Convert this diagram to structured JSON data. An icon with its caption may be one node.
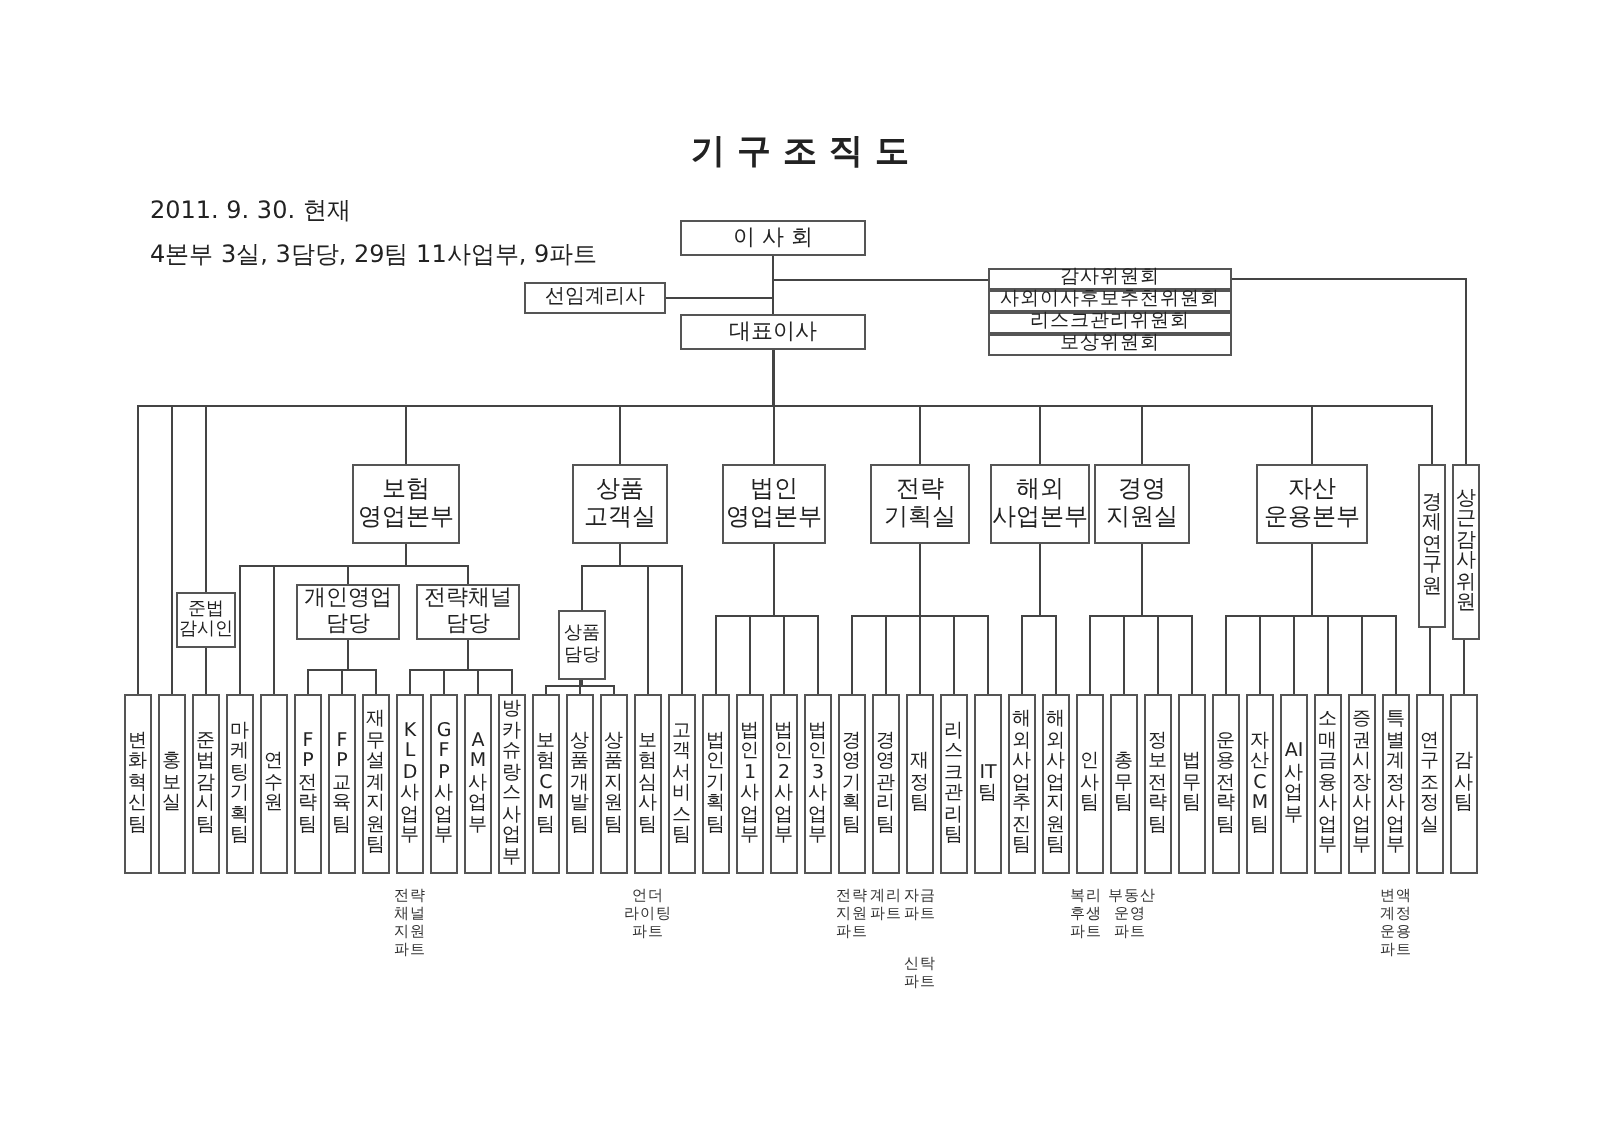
{
  "diagram": {
    "title": "기 구 조 직 도",
    "nodes": [
      {
        "text": [
          "이 사 회"
        ]
      },
      {
        "text": [
          "선임계리사"
        ]
      },
      {
        "text": [
          "감사위원회"
        ]
      },
      {
        "text": [
          "사외이사후보추천위원회"
        ]
      },
      {
        "text": [
          "리스크관리위원회"
        ]
      },
      {
        "text": [
          "보상위원회"
        ]
      },
      {
        "text": [
          "대표이사"
        ]
      },
      {
        "text": [
          "보험 영업본부"
        ]
      },
      {
        "text": [
          "상품 고객실"
        ]
      },
      {
        "text": [
          "법인 영업본부"
        ]
      },
      {
        "text": [
          "전략 기획실"
        ]
      },
      {
        "text": [
          "해외 사업본부"
        ]
      },
      {
        "text": [
          "경영 지원실"
        ]
      },
      {
        "text": [
          "자산 운용본부"
        ]
      },
      {
        "text": [
          "경제연구원"
        ]
      },
      {
        "text": [
          "상근감사위원"
        ]
      },
      {
        "text": [
          "준법 감시인"
        ]
      },
      {
        "text": [
          "개인영업 담당"
        ]
      },
      {
        "text": [
          "전략채널 담당"
        ]
      },
      {
        "text": [
          "상품 담당"
        ]
      },
      {
        "text": [
          "변화혁신팀"
        ]
      },
      {
        "text": [
          "홍보실"
        ]
      },
      {
        "text": [
          "준법감시팀"
        ]
      },
      {
        "text": [
          "마케팅기획팀"
        ]
      },
      {
        "text": [
          "연수원"
        ]
      },
      {
        "text": [
          "FP전략팀"
        ]
      },
      {
        "text": [
          "FP교육팀"
        ]
      },
      {
        "text": [
          "재무설계지원팀"
        ]
      },
      {
        "text": [
          "KLD사업부"
        ],
        "beside": [
          "전략 채널 지원 파트"
        ]
      },
      {
        "text": [
          "GFP사업부"
        ]
      },
      {
        "text": [
          "AM사업부"
        ]
      },
      {
        "text": [
          "방카슈랑스사업부"
        ]
      },
      {
        "text": [
          "보험CM팀"
        ]
      },
      {
        "text": [
          "상품개발팀"
        ]
      },
      {
        "text": [
          "상품지원팀"
        ]
      },
      {
        "text": [
          "보험심사팀"
        ],
        "beside": [
          "언더 라이팅 파트"
        ]
      },
      {
        "text": [
          "고객서비스팀"
        ]
      },
      {
        "text": [
          "법인기획팀"
        ]
      },
      {
        "text": [
          "법인 1사업부"
        ]
      },
      {
        "text": [
          "법인 2사업부"
        ]
      },
      {
        "text": [
          "법인 3사업부"
        ]
      },
      {
        "text": [
          "경영기획팀"
        ],
        "beside": [
          "전략 지원 파트"
        ]
      },
      {
        "text": [
          "경영관리팀"
        ],
        "beside": [
          "계리 파트"
        ]
      },
      {
        "text": [
          "재정팀"
        ],
        "beside": [
          "자금 파트",
          "신탁 파트"
        ]
      },
      {
        "text": [
          "리스크관리팀"
        ]
      },
      {
        "text": [
          "IT팀"
        ]
      },
      {
        "text": [
          "해외사업추진팀"
        ]
      },
      {
        "text": [
          "해외사업지원팀"
        ]
      },
      {
        "text": [
          "인사팀"
        ],
        "beside": [
          "복리 후생 파트"
        ]
      },
      {
        "text": [
          "총무팀"
        ],
        "beside": [
          "부동산 운영 파트"
        ]
      },
      {
        "text": [
          "정보전략팀"
        ]
      },
      {
        "text": [
          "법무팀"
        ]
      },
      {
        "text": [
          "운용전략팀"
        ]
      },
      {
        "text": [
          "자산 CM팀"
        ]
      },
      {
        "text": [
          "AI사업부"
        ]
      },
      {
        "text": [
          "소매금융사업부"
        ]
      },
      {
        "text": [
          "증권시장사업부"
        ]
      },
      {
        "text": [
          "특별계정사업부"
        ],
        "beside": [
          "변액 계정 운용 파트"
        ]
      },
      {
        "text": [
          "연구조정실"
        ]
      },
      {
        "text": [
          "감사팀"
        ]
      }
    ],
    "edges": [
      {
        "from": 0,
        "to": 6,
        "arrow": "none"
      },
      {
        "from": 0,
        "to": 1,
        "arrow": "none"
      },
      {
        "from": 0,
        "to": 2,
        "arrow": "none"
      },
      {
        "from": 2,
        "to": 15,
        "arrow": "none"
      },
      {
        "from": 6,
        "to": 20,
        "arrow": "none"
      },
      {
        "from": 6,
        "to": 21,
        "arrow": "none"
      },
      {
        "from": 6,
        "to": 16,
        "arrow": "none"
      },
      {
        "from": 6,
        "to": 7,
        "arrow": "none"
      },
      {
        "from": 6,
        "to": 8,
        "arrow": "none"
      },
      {
        "from": 6,
        "to": 9,
        "arrow": "none"
      },
      {
        "from": 6,
        "to": 10,
        "arrow": "none"
      },
      {
        "from": 6,
        "to": 11,
        "arrow": "none"
      },
      {
        "from": 6,
        "to": 12,
        "arrow": "none"
      },
      {
        "from": 6,
        "to": 13,
        "arrow": "none"
      },
      {
        "from": 6,
        "to": 14,
        "arrow": "none"
      },
      {
        "from": 16,
        "to": 22,
        "arrow": "none"
      },
      {
        "from": 7,
        "to": 23,
        "arrow": "none"
      },
      {
        "from": 7,
        "to": 24,
        "arrow": "none"
      },
      {
        "from": 7,
        "to": 17,
        "arrow": "none"
      },
      {
        "from": 7,
        "to": 18,
        "arrow": "none"
      },
      {
        "from": 17,
        "to": 25,
        "arrow": "none"
      },
      {
        "from": 17,
        "to": 26,
        "arrow": "none"
      },
      {
        "from": 17,
        "to": 27,
        "arrow": "none"
      },
      {
        "from": 18,
        "to": 28,
        "arrow": "none"
      },
      {
        "from": 18,
        "to": 29,
        "arrow": "none"
      },
      {
        "from": 18,
        "to": 30,
        "arrow": "none"
      },
      {
        "from": 18,
        "to": 31,
        "arrow": "none"
      },
      {
        "from": 8,
        "to": 19,
        "arrow": "none"
      },
      {
        "from": 19,
        "to": 32,
        "arrow": "none"
      },
      {
        "from": 19,
        "to": 33,
        "arrow": "none"
      },
      {
        "from": 19,
        "to": 34,
        "arrow": "none"
      },
      {
        "from": 8,
        "to": 35,
        "arrow": "none"
      },
      {
        "from": 8,
        "to": 36,
        "arrow": "none"
      },
      {
        "from": 9,
        "to": 37,
        "arrow": "none"
      },
      {
        "from": 9,
        "to": 38,
        "arrow": "none"
      },
      {
        "from": 9,
        "to": 39,
        "arrow": "none"
      },
      {
        "from": 9,
        "to": 40,
        "arrow": "none"
      },
      {
        "from": 10,
        "to": 41,
        "arrow": "none"
      },
      {
        "from": 10,
        "to": 42,
        "arrow": "none"
      },
      {
        "from": 10,
        "to": 43,
        "arrow": "none"
      },
      {
        "from": 10,
        "to": 44,
        "arrow": "none"
      },
      {
        "from": 10,
        "to": 45,
        "arrow": "none"
      },
      {
        "from": 11,
        "to": 46,
        "arrow": "none"
      },
      {
        "from": 11,
        "to": 47,
        "arrow": "none"
      },
      {
        "from": 12,
        "to": 48,
        "arrow": "none"
      },
      {
        "from": 12,
        "to": 49,
        "arrow": "none"
      },
      {
        "from": 12,
        "to": 50,
        "arrow": "none"
      },
      {
        "from": 12,
        "to": 51,
        "arrow": "none"
      },
      {
        "from": 13,
        "to": 52,
        "arrow": "none"
      },
      {
        "from": 13,
        "to": 53,
        "arrow": "none"
      },
      {
        "from": 13,
        "to": 54,
        "arrow": "none"
      },
      {
        "from": 13,
        "to": 55,
        "arrow": "none"
      },
      {
        "from": 13,
        "to": 56,
        "arrow": "none"
      },
      {
        "from": 13,
        "to": 57,
        "arrow": "none"
      },
      {
        "from": 14,
        "to": 58,
        "arrow": "none"
      },
      {
        "from": 15,
        "to": 59,
        "arrow": "none"
      }
    ],
    "labels": [
      "2011. 9. 30. 현재",
      "4본부 3실, 3담당, 29팀 11사업부, 9파트"
    ]
  }
}
